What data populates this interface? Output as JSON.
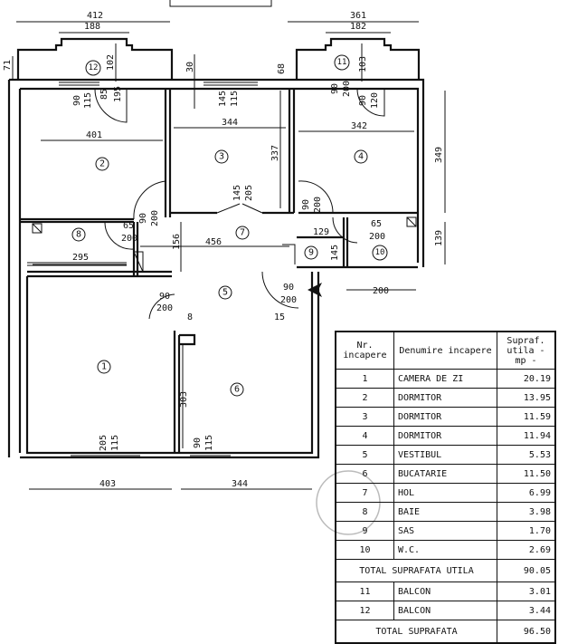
{
  "plan": {
    "rooms": [
      "1",
      "2",
      "3",
      "4",
      "5",
      "6",
      "7",
      "8",
      "9",
      "10",
      "11",
      "12"
    ],
    "dims": [
      "412",
      "188",
      "71",
      "102",
      "85",
      "195",
      "90",
      "115",
      "30",
      "68",
      "145",
      "115",
      "344",
      "401",
      "337",
      "361",
      "182",
      "103",
      "90",
      "200",
      "90",
      "120",
      "342",
      "349",
      "139",
      "90",
      "200",
      "145",
      "205",
      "90",
      "200",
      "65",
      "200",
      "65",
      "200",
      "295",
      "156",
      "456",
      "129",
      "145",
      "200",
      "90",
      "200",
      "90",
      "200",
      "8",
      "15",
      "303",
      "205",
      "115",
      "90",
      "115",
      "403",
      "344"
    ]
  },
  "table": {
    "headers": [
      "Nr. incapere",
      "Denumire incapere",
      "Supraf. utila - mp -"
    ],
    "rows": [
      {
        "nr": "1",
        "name": "CAMERA DE ZI",
        "area": "20.19"
      },
      {
        "nr": "2",
        "name": "DORMITOR",
        "area": "13.95"
      },
      {
        "nr": "3",
        "name": "DORMITOR",
        "area": "11.59"
      },
      {
        "nr": "4",
        "name": "DORMITOR",
        "area": "11.94"
      },
      {
        "nr": "5",
        "name": "VESTIBUL",
        "area": "5.53"
      },
      {
        "nr": "6",
        "name": "BUCATARIE",
        "area": "11.50"
      },
      {
        "nr": "7",
        "name": "HOL",
        "area": "6.99"
      },
      {
        "nr": "8",
        "name": "BAIE",
        "area": "3.98"
      },
      {
        "nr": "9",
        "name": "SAS",
        "area": "1.70"
      },
      {
        "nr": "10",
        "name": "W.C.",
        "area": "2.69"
      }
    ],
    "total_util_label": "TOTAL SUPRAFATA UTILA",
    "total_util": "90.05",
    "balconies": [
      {
        "nr": "11",
        "name": "BALCON",
        "area": "3.01"
      },
      {
        "nr": "12",
        "name": "BALCON",
        "area": "3.44"
      }
    ],
    "total_label": "TOTAL SUPRAFATA",
    "total": "96.50"
  }
}
